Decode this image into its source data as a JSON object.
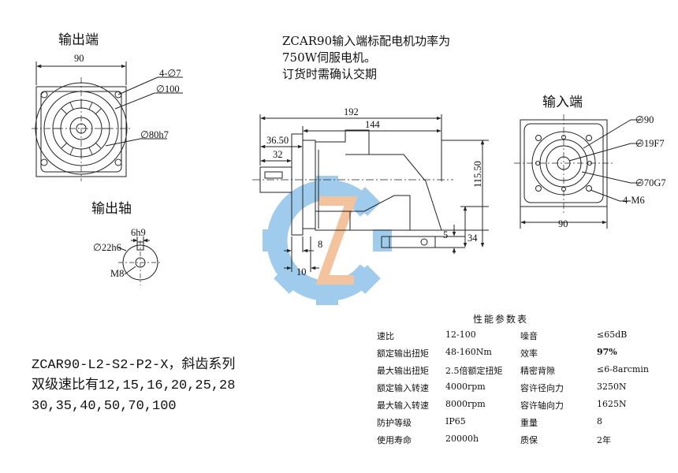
{
  "views": {
    "output_end_title": "输出端",
    "output_shaft_title": "输出轴",
    "input_end_title": "输入端"
  },
  "note": {
    "line1": "ZCAR90输入端标配电机功率为",
    "line2": "750W伺服电机。",
    "line3": "订货时需确认交期"
  },
  "dims": {
    "out_width": "90",
    "out_holes": "4-∅7",
    "out_pcd": "∅100",
    "out_pilot": "∅80h7",
    "shaft_key": "6h9",
    "shaft_dia": "∅22h6",
    "shaft_thread": "M8",
    "side_total": "192",
    "side_body": "144",
    "side_3650": "36.50",
    "side_32": "32",
    "side_8": "8",
    "side_10": "10",
    "side_5": "5",
    "side_34": "34",
    "side_11550": "115.50",
    "in_dia90": "∅90",
    "in_19f7": "∅19F7",
    "in_70g7": "∅70G7",
    "in_m6": "4-M6",
    "in_width": "90"
  },
  "description": {
    "line1": "ZCAR90-L2-S2-P2-X，斜齿系列",
    "line2": "双级速比有12,15,16,20,25,28",
    "line3": "30,35,40,50,70,100"
  },
  "specs": {
    "title": "性能参数表",
    "rows": [
      [
        "速比",
        "12-100",
        "噪音",
        "≤65dB"
      ],
      [
        "额定输出扭矩",
        "48-160Nm",
        "效率",
        "97%"
      ],
      [
        "最大输出扭矩",
        "2.5倍额定扭矩",
        "精密背隙",
        "≤6-8arcmin"
      ],
      [
        "额定输入转速",
        "4000rpm",
        "容许径向力",
        "3250N"
      ],
      [
        "最大输入转速",
        "8000rpm",
        "容许轴向力",
        "1625N"
      ],
      [
        "防护等级",
        "IP65",
        "重量",
        "8"
      ],
      [
        "使用寿命",
        "20000h",
        "质保",
        "2年"
      ]
    ]
  },
  "colors": {
    "line": "#222222",
    "logo_blue": "#8fc4ea",
    "logo_orange": "#f2b98e"
  }
}
